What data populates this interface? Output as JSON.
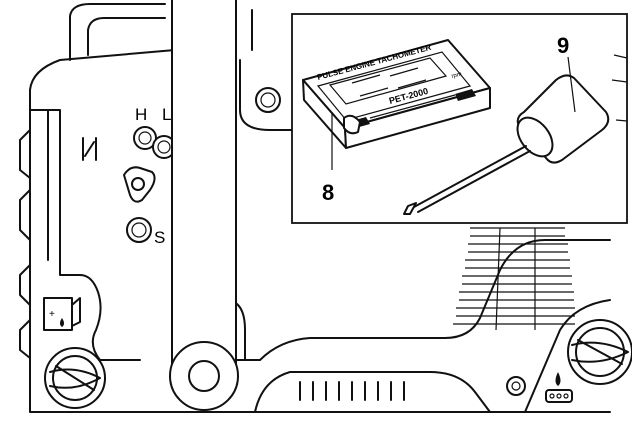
{
  "figure": {
    "callouts": {
      "tachometer": "8",
      "screwdriver": "9"
    },
    "controls": {
      "high_speed_jet": "H",
      "low_speed_jet": "L",
      "idle_speed_screw": "S"
    },
    "tachometer": {
      "name": "PULSE ENGINE TACHOMETER",
      "model": "PET-2000",
      "unit": "rpm"
    }
  }
}
